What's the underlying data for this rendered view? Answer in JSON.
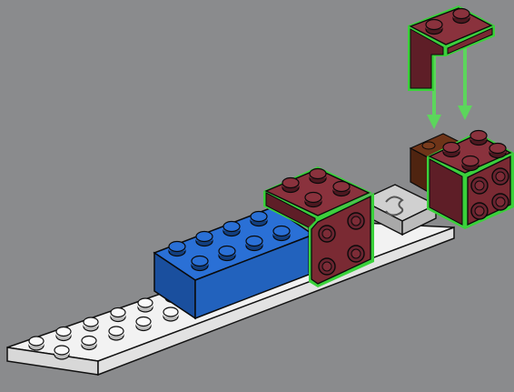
{
  "scene": {
    "background": "#8a8b8d",
    "colors": {
      "plate_white": "#f2f2f2",
      "plate_white_side": "#d8d8d8",
      "brick_blue": "#2266c8",
      "brick_blue_side": "#1a4f9e",
      "brick_red": "#7a2a33",
      "brick_red_side": "#5e1e27",
      "brown_piece": "#5b2a14",
      "highlight_green": "#3ad13a",
      "arrow_green": "#5cd65c",
      "tile_gray": "#c9c9c9"
    },
    "parts": [
      {
        "name": "white-plate-1x12",
        "color": "plate_white"
      },
      {
        "name": "blue-brick-2x4",
        "color": "brick_blue"
      },
      {
        "name": "dark-red-brick-2x2-sideways",
        "color": "brick_red",
        "highlighted": true
      },
      {
        "name": "printed-tile-2x2",
        "color": "tile_gray"
      },
      {
        "name": "brown-bracket",
        "color": "brown_piece"
      },
      {
        "name": "dark-red-brick-2x2-sideways-right",
        "color": "brick_red",
        "highlighted": true
      },
      {
        "name": "dark-red-bracket-incoming",
        "color": "brick_red",
        "highlighted": true
      }
    ],
    "arrows": [
      {
        "name": "insert-arrow-left",
        "direction": "down"
      },
      {
        "name": "insert-arrow-right",
        "direction": "down"
      }
    ]
  }
}
